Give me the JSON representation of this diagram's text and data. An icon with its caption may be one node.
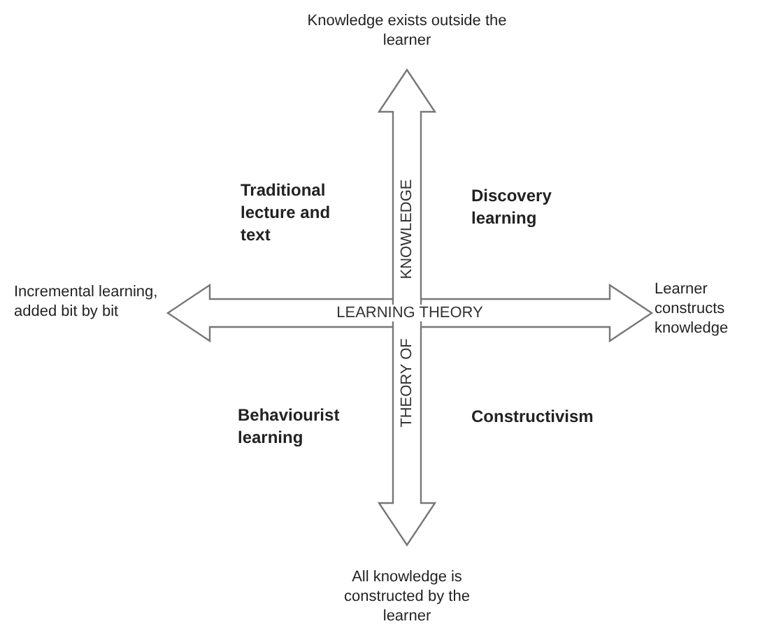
{
  "diagram": {
    "nodes": [
      {
        "text": [
          "Knowledge exists outside the learner"
        ]
      },
      {
        "text": [
          "Traditional lecture and text"
        ]
      },
      {
        "text": [
          "Discovery learning"
        ]
      },
      {
        "text": [
          "Incremental learning, added bit by bit"
        ]
      },
      {
        "text": [
          "Learner constructs knowledge"
        ]
      },
      {
        "text": [
          "Behaviourist learning"
        ]
      },
      {
        "text": [
          "Constructivism"
        ]
      },
      {
        "text": [
          "All knowledge is constructed by the learner"
        ]
      }
    ],
    "edges": [
      {
        "from": 3,
        "to": 4,
        "arrow": "both",
        "label": "LEARNING THEORY"
      },
      {
        "from": 0,
        "to": 7,
        "arrow": "both"
      }
    ],
    "labels": [
      "KNOWLEDGE",
      "THEORY OF"
    ]
  }
}
